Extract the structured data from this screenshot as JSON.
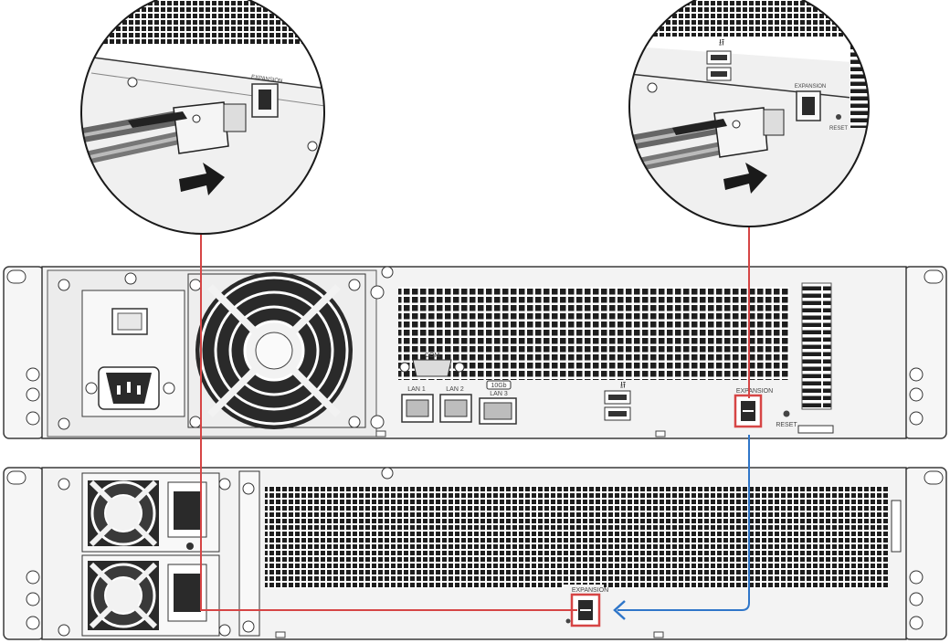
{
  "labels": {
    "com": "COM",
    "lan1": "LAN 1",
    "lan2": "LAN 2",
    "lan3": "LAN 3",
    "speed_10gb": "10Gb",
    "expansion_top": "EXPANSION",
    "reset_top": "RESET",
    "expansion_bottom": "EXPANSION",
    "zoom_left_expansion": "EXPANSION",
    "zoom_right_expansion": "EXPANSION",
    "zoom_right_reset": "RESET",
    "usb_symbol": "⭿"
  },
  "colors": {
    "red_cable": "#d64545",
    "blue_cable": "#2f76c9",
    "chassis": "#f2f2f2",
    "outline": "#3a3a3a",
    "grille": "#222222",
    "arrow": "#1a1a1a"
  }
}
